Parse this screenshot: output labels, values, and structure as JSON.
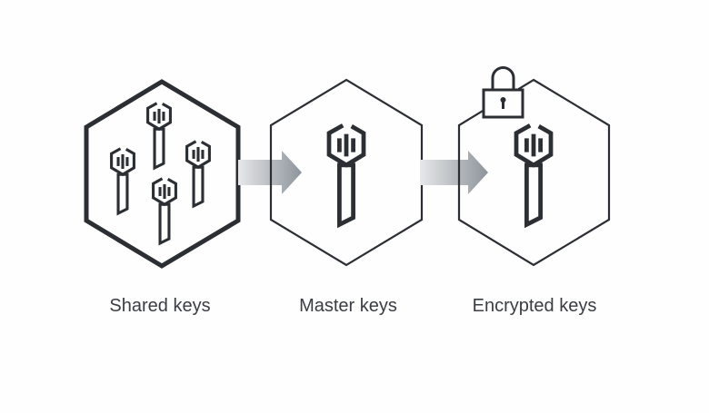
{
  "diagram": {
    "stages": [
      {
        "label": "Shared keys",
        "icon": "multiple-keys-icon"
      },
      {
        "label": "Master keys",
        "icon": "key-icon"
      },
      {
        "label": "Encrypted keys",
        "icon": "locked-key-icon"
      }
    ],
    "colors": {
      "stroke": "#2b2e33",
      "arrow": "#9aa0a6",
      "text": "#3a3d42"
    }
  }
}
